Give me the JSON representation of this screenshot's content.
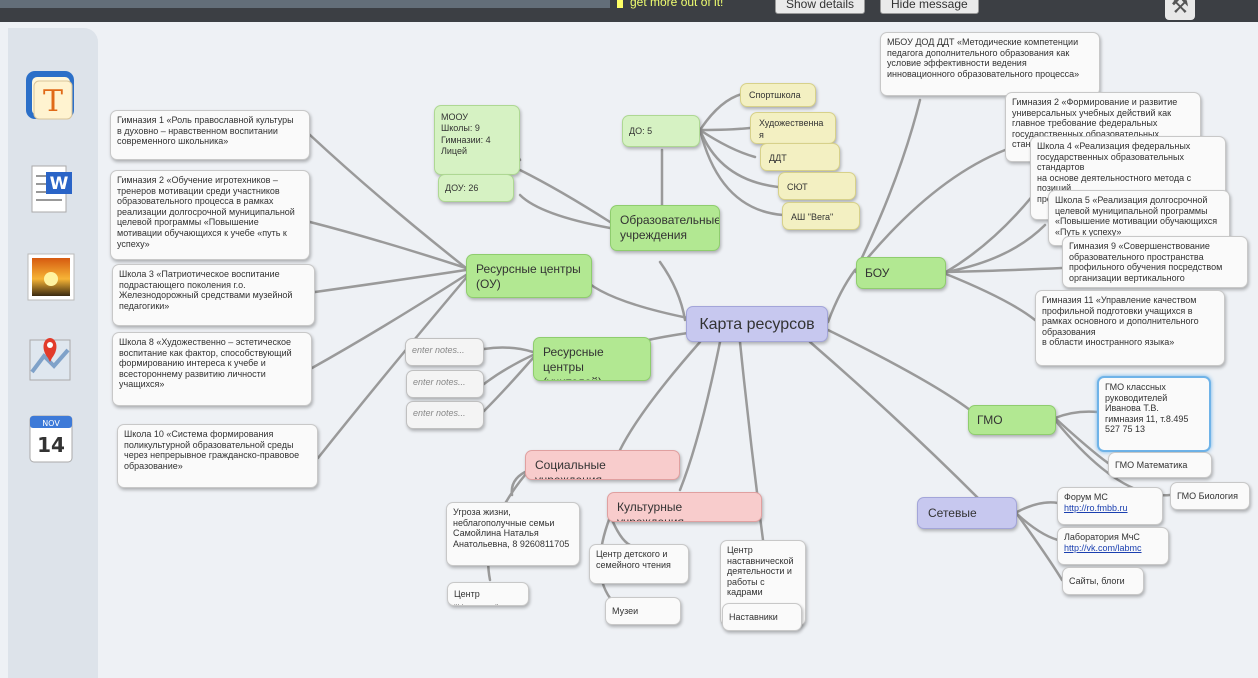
{
  "topbar": {
    "ad_text": "get more out of it!",
    "show_details": "Show details",
    "hide_message": "Hide message"
  },
  "dock": [
    "text-icon",
    "word-doc-icon",
    "image-icon",
    "map-pin-icon",
    "calendar-icon"
  ],
  "calendar": {
    "month": "NOV",
    "day": "14"
  },
  "map": {
    "center": "Карта ресурсов",
    "obrazovatelnye": "Образовательные учреждения",
    "moou": "МООУ\nШколы: 9\nГимназии:  4\nЛицей",
    "dou": "ДОУ: 26",
    "do": "ДО: 5",
    "do_items": [
      "Спортшкола",
      "Художественна\nя",
      "ДДТ",
      "СЮТ",
      "АШ \"Вега\""
    ],
    "resursnye_ou": "Ресурсные центры\n(ОУ)",
    "ou_notes": [
      "Гимназия 1 «Роль православной культуры\nв духовно – нравственном воспитании\nсовременного школьника»",
      "Гимназия 2 «Обучение игротехников –\nтренеров мотивации среди участников\nобразовательного процесса в рамках\nреализации долгосрочной муниципальной\nцелевой программы  «Повышение\nмотивации обучающихся к учебе «путь к\nуспеху»",
      "Школа 3 «Патриотическое воспитание\nподрастающего поколения г.о.\nЖелезнодорожный средствами музейной\nпедагогики»",
      "Школа 8 «Художественно – эстетическое\nвоспитание как фактор, способствующий\nформированию интереса к учебе и\n всестороннему развитию личности\nучащихся»",
      "Школа 10 «Система формирования\nполикультурной образовательной среды\nчерез непрерывное гражданско-правовое\nобразование»"
    ],
    "resursnye_uch": "Ресурсные центры\n(учителей)",
    "enter_notes": [
      "enter notes...",
      "enter notes...",
      "enter notes..."
    ],
    "socialnye": "Социальные учреждения",
    "social_note": "Угроза жизни,\nнеблагополучные семьи\nСамойлина Наталья\nАнатольевна, 8 9260811705",
    "nadezhda": "Центр \"Надежда\"",
    "kulturnye": "Культурные учреждения",
    "centr_chteniya": "Центр детского и\nсемейного чтения",
    "muzei": "Музеи",
    "centr_nast": "Центр\nнаставнической\nдеятельности и\nработы с\nкадрами",
    "nastavniki": "Наставники",
    "bou": "БОУ",
    "bou_notes": [
      "МБОУ ДОД ДДТ «Методические компетенции\nпедагога дополнительного образования как\nусловие эффективности ведения\nинновационного образовательного процесса»",
      "Гимназия 2 «Формирование и развитие\nуниверсальных учебных действий как\nглавное требование федеральных\nгосударственных образовательных\nстандартов»",
      "Школа 4 «Реализация федеральных\nгосударственных образовательных\nстандартов\n на основе деятельностного метода с\nпозиций\nпроблемного обучения»",
      "Школа 5 «Реализация долгосрочной\nцелевой муниципальной программы\n«Повышение мотивации обучающихся\n«Путь к успеху»",
      "Гимназия 9 «Совершенствование\nобразовательного пространства\nпрофильного обучения  посредством\nорганизации вертикального",
      "Гимназия 11 «Управление качеством\nпрофильной подготовки учащихся в\nрамках основного и дополнительного\nобразования\nв области иностранного языка»"
    ],
    "gmo": "ГМО",
    "gmo_klass": "ГМО классных\nруководителей\nИванова Т.В.\nгимназия 11, т.8.495\n527 75 13",
    "gmo_math": "ГМО Математика",
    "gmo_bio": "ГМО Биология",
    "setevye": "Сетевые ресурсы",
    "forum_title": "Форум МС",
    "forum_link": "http://ro.fmbb.ru",
    "lab_title": "Лаборатория МчС",
    "lab_link": "http://vk.com/labmc",
    "saity": "Сайты, блоги"
  }
}
